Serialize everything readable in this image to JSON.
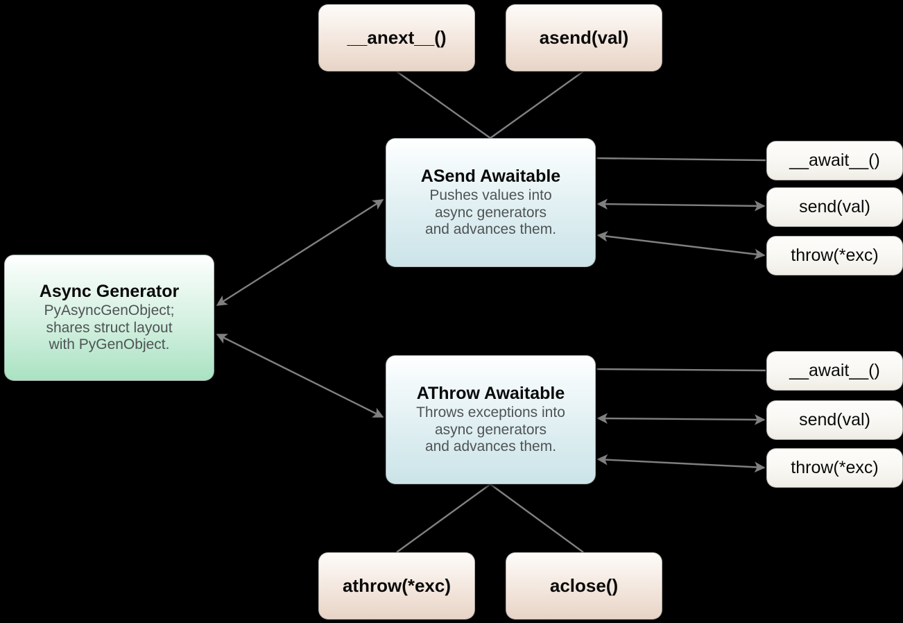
{
  "diagram": {
    "background_color": "#000000",
    "edge_color": "#808080",
    "nodes": {
      "async_generator": {
        "title": "Async Generator",
        "subtitle": "PyAsyncGenObject;\nshares struct layout\nwith PyGenObject.",
        "subtitle_lines": [
          "PyAsyncGenObject;",
          "shares struct layout",
          "with PyGenObject."
        ],
        "fill": "#a9e2c2"
      },
      "asend_awaitable": {
        "title": "ASend Awaitable",
        "subtitle_lines": [
          "Pushes values into",
          "async generators",
          "and advances them."
        ],
        "fill": "#cbe4e8"
      },
      "athrow_awaitable": {
        "title": "AThrow Awaitable",
        "subtitle_lines": [
          "Throws exceptions into",
          "async generators",
          "and advances them."
        ],
        "fill": "#cbe4e8"
      }
    },
    "top_methods": [
      {
        "label": "__anext__()"
      },
      {
        "label": "asend(val)"
      }
    ],
    "bottom_methods": [
      {
        "label": "athrow(*exc)"
      },
      {
        "label": "aclose()"
      }
    ],
    "asend_protocol": [
      {
        "label": "__await__()",
        "arrow": "none"
      },
      {
        "label": "send(val)",
        "arrow": "both"
      },
      {
        "label": "throw(*exc)",
        "arrow": "both"
      }
    ],
    "athrow_protocol": [
      {
        "label": "__await__()",
        "arrow": "none"
      },
      {
        "label": "send(val)",
        "arrow": "both"
      },
      {
        "label": "throw(*exc)",
        "arrow": "both"
      }
    ]
  }
}
